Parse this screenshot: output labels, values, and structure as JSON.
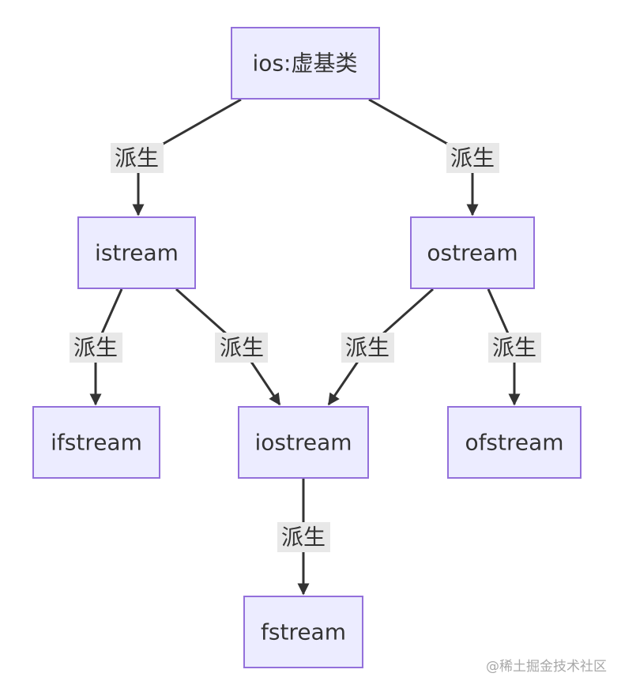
{
  "nodes": {
    "ios": "ios:虚基类",
    "istream": "istream",
    "ostream": "ostream",
    "ifstream": "ifstream",
    "iostream": "iostream",
    "ofstream": "ofstream",
    "fstream": "fstream"
  },
  "edges": [
    {
      "from": "ios",
      "to": "istream",
      "label": "派生"
    },
    {
      "from": "ios",
      "to": "ostream",
      "label": "派生"
    },
    {
      "from": "istream",
      "to": "ifstream",
      "label": "派生"
    },
    {
      "from": "istream",
      "to": "iostream",
      "label": "派生"
    },
    {
      "from": "ostream",
      "to": "iostream",
      "label": "派生"
    },
    {
      "from": "ostream",
      "to": "ofstream",
      "label": "派生"
    },
    {
      "from": "iostream",
      "to": "fstream",
      "label": "派生"
    }
  ],
  "colors": {
    "node_fill": "#ececff",
    "node_stroke": "#9370db",
    "edge": "#333333",
    "edge_label_bg": "#e8e8e8"
  },
  "watermark": "@稀土掘金技术社区"
}
